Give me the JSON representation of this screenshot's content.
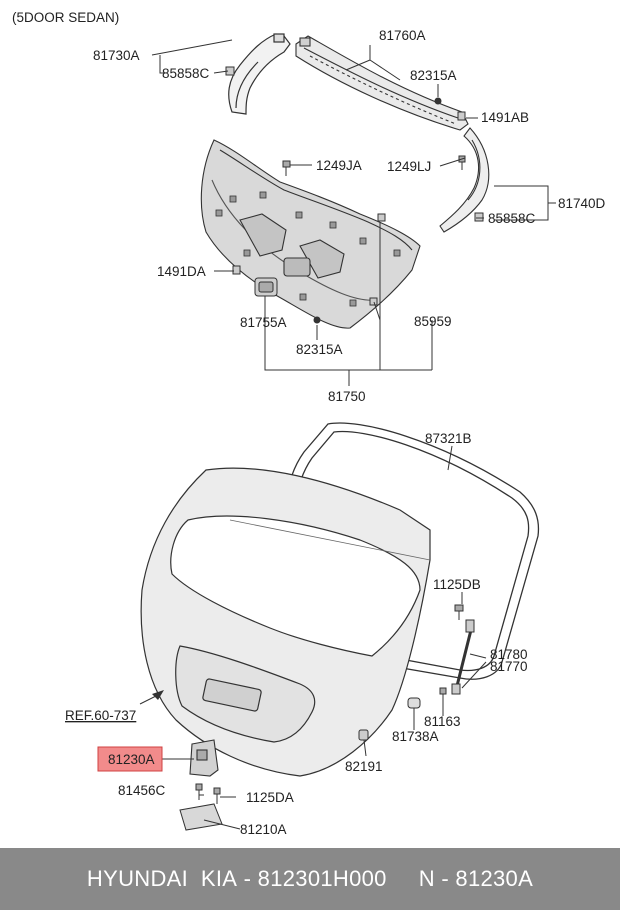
{
  "header": {
    "variant": "(5DOOR SEDAN)"
  },
  "labels": {
    "p81730A": "81730A",
    "p85858C_l": "85858C",
    "p81760A": "81760A",
    "p82315A_t": "82315A",
    "p1491AB": "1491AB",
    "p1249JA": "1249JA",
    "p1249LJ": "1249LJ",
    "p81740D": "81740D",
    "p85858C_r": "85858C",
    "p1491DA": "1491DA",
    "p81755A": "81755A",
    "p85959": "85959",
    "p82315A_b": "82315A",
    "p81750": "81750",
    "p87321B": "87321B",
    "p1125DB": "1125DB",
    "p81780": "81780",
    "p81770": "81770",
    "pREF": "REF.60-737",
    "p81163": "81163",
    "p81738A": "81738A",
    "p81230A": "81230A",
    "p82191": "82191",
    "p81456C": "81456C",
    "p1125DA": "1125DA",
    "p81210A": "81210A"
  },
  "highlight": {
    "part": "81230A",
    "color": "#f28b8b"
  },
  "footer": {
    "brand": "HYUNDAI  KIA",
    "sep1": " - ",
    "part_number": "812301H000",
    "gap": "     ",
    "n_prefix": "N",
    "sep2": " - ",
    "ref_code": "81230A"
  }
}
